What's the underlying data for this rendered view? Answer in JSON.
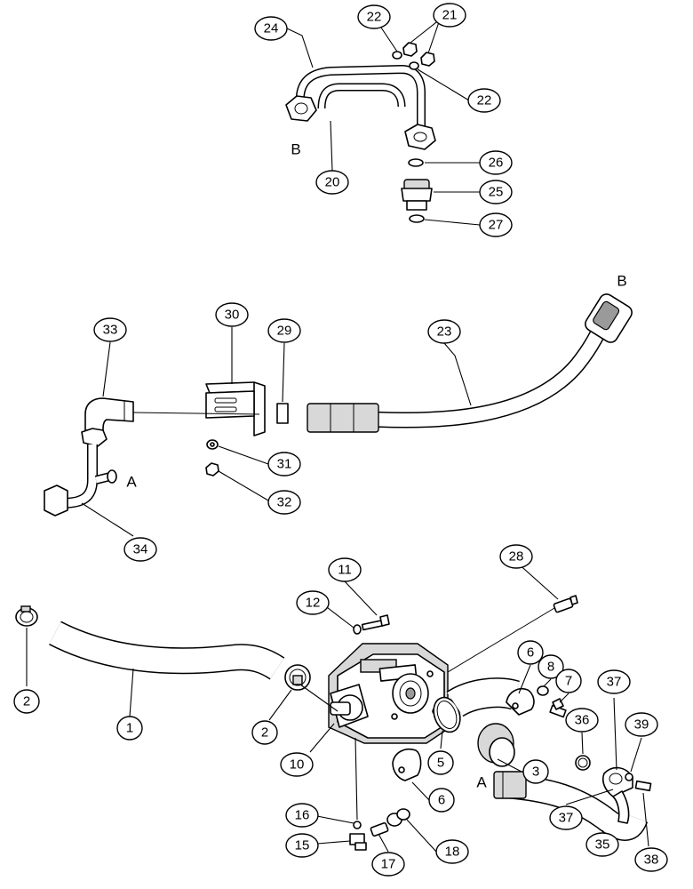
{
  "reference_letters": [
    "B",
    "B",
    "A",
    "A"
  ],
  "callouts": [
    "24",
    "22",
    "21",
    "22",
    "20",
    "26",
    "25",
    "27",
    "30",
    "33",
    "29",
    "23",
    "31",
    "32",
    "34",
    "11",
    "28",
    "12",
    "6",
    "8",
    "7",
    "37",
    "36",
    "39",
    "2",
    "1",
    "2",
    "10",
    "5",
    "3",
    "6",
    "37",
    "38",
    "35",
    "16",
    "15",
    "17",
    "18"
  ]
}
